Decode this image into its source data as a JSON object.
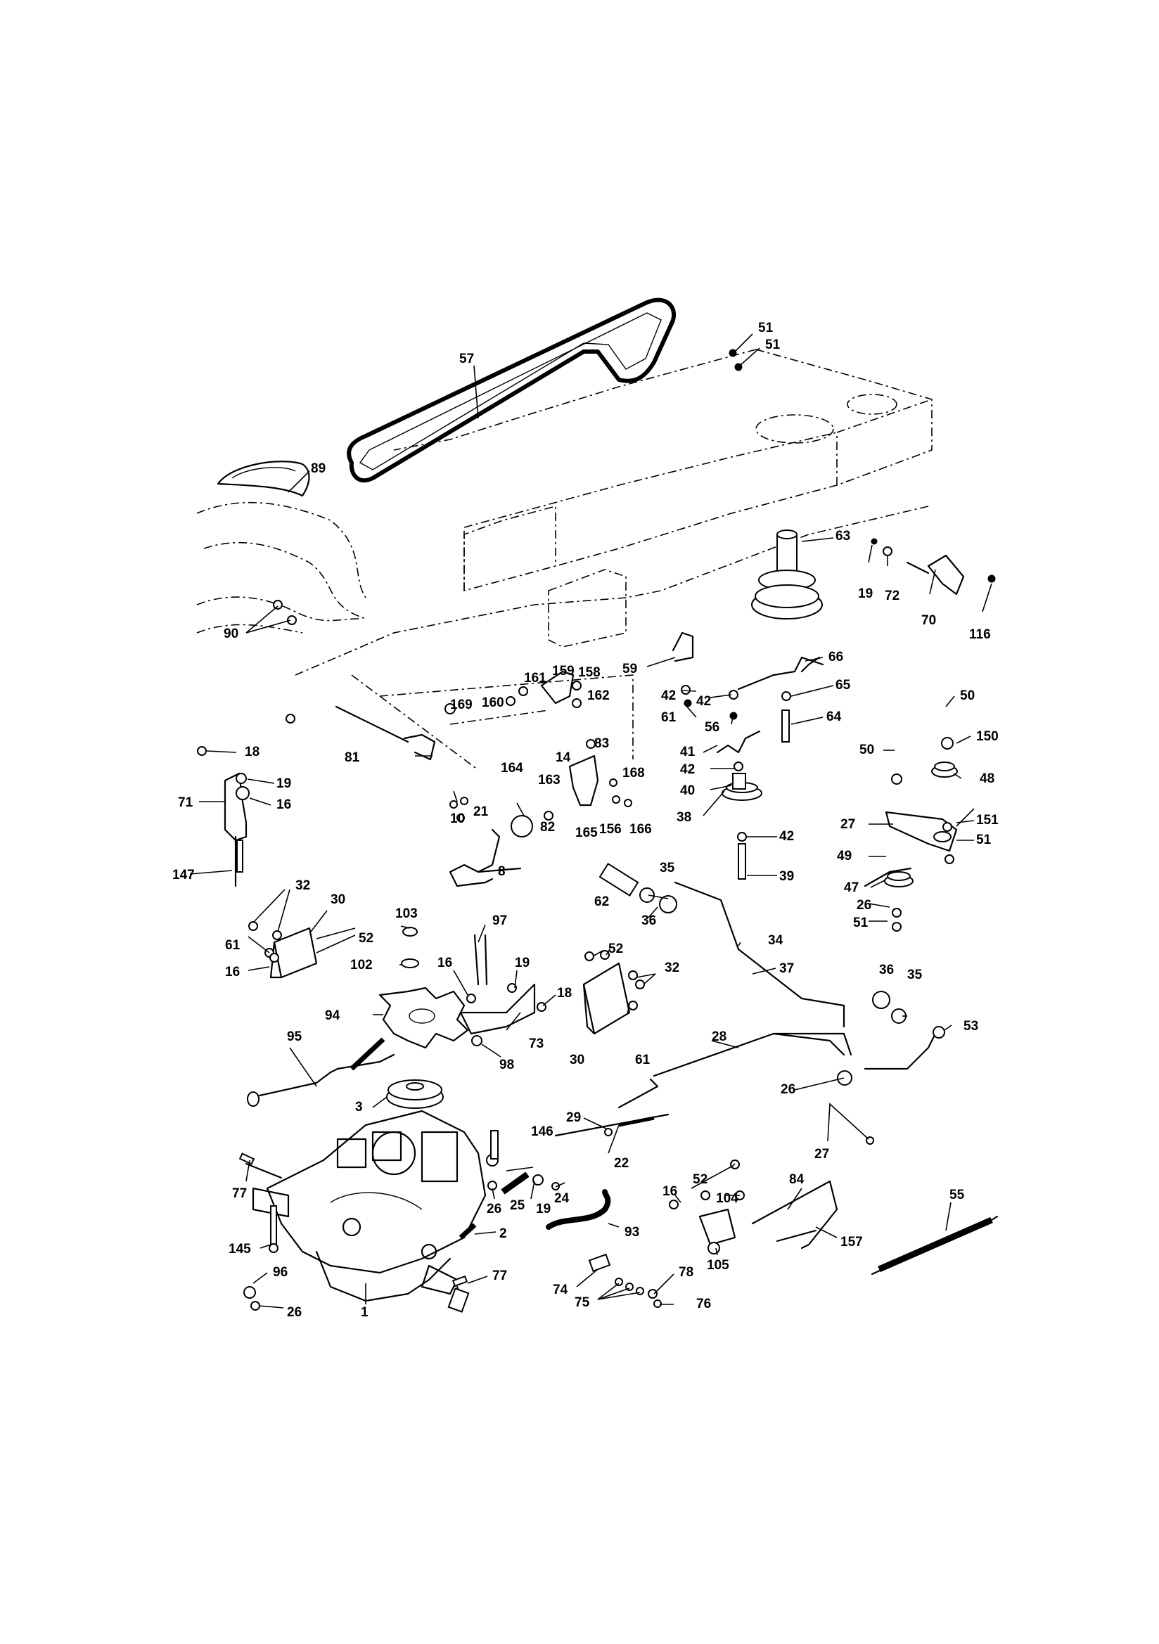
{
  "diagram": {
    "type": "exploded-parts-diagram",
    "callouts": [
      "1",
      "2",
      "3",
      "8",
      "10",
      "14",
      "16",
      "18",
      "19",
      "21",
      "22",
      "24",
      "25",
      "26",
      "27",
      "28",
      "29",
      "30",
      "32",
      "34",
      "35",
      "36",
      "37",
      "38",
      "39",
      "40",
      "41",
      "42",
      "47",
      "48",
      "49",
      "50",
      "51",
      "52",
      "53",
      "55",
      "56",
      "57",
      "59",
      "61",
      "62",
      "63",
      "64",
      "65",
      "66",
      "70",
      "71",
      "72",
      "73",
      "74",
      "75",
      "76",
      "77",
      "78",
      "81",
      "82",
      "83",
      "84",
      "89",
      "90",
      "93",
      "94",
      "95",
      "96",
      "97",
      "98",
      "102",
      "103",
      "104",
      "105",
      "116",
      "145",
      "146",
      "147",
      "150",
      "151",
      "156",
      "157",
      "158",
      "159",
      "160",
      "161",
      "162",
      "163",
      "164",
      "165",
      "166",
      "168",
      "169"
    ]
  }
}
